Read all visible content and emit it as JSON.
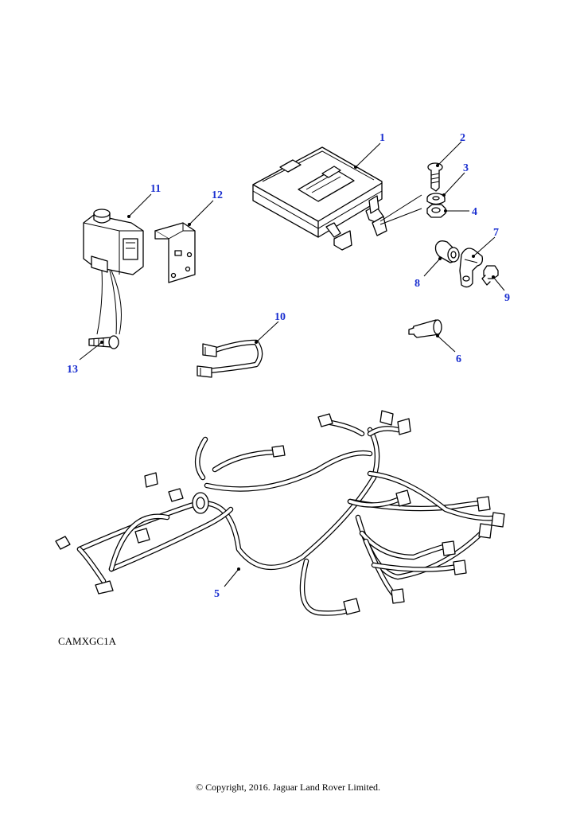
{
  "callouts": [
    {
      "id": "1",
      "part": "control-module"
    },
    {
      "id": "2",
      "part": "screw"
    },
    {
      "id": "3",
      "part": "washer"
    },
    {
      "id": "4",
      "part": "nut"
    },
    {
      "id": "5",
      "part": "wiring-harness"
    },
    {
      "id": "6",
      "part": "connector-plug"
    },
    {
      "id": "7",
      "part": "clip"
    },
    {
      "id": "8",
      "part": "grommet"
    },
    {
      "id": "9",
      "part": "bolt"
    },
    {
      "id": "10",
      "part": "link-lead"
    },
    {
      "id": "11",
      "part": "relay-unit"
    },
    {
      "id": "12",
      "part": "bracket"
    },
    {
      "id": "13",
      "part": "bolt"
    }
  ],
  "reference_code": "CAMXGC1A",
  "copyright": "© Copyright, 2016. Jaguar Land Rover Limited.",
  "colors": {
    "callout": "#1a2fd0",
    "line": "#000000",
    "background": "#ffffff"
  }
}
